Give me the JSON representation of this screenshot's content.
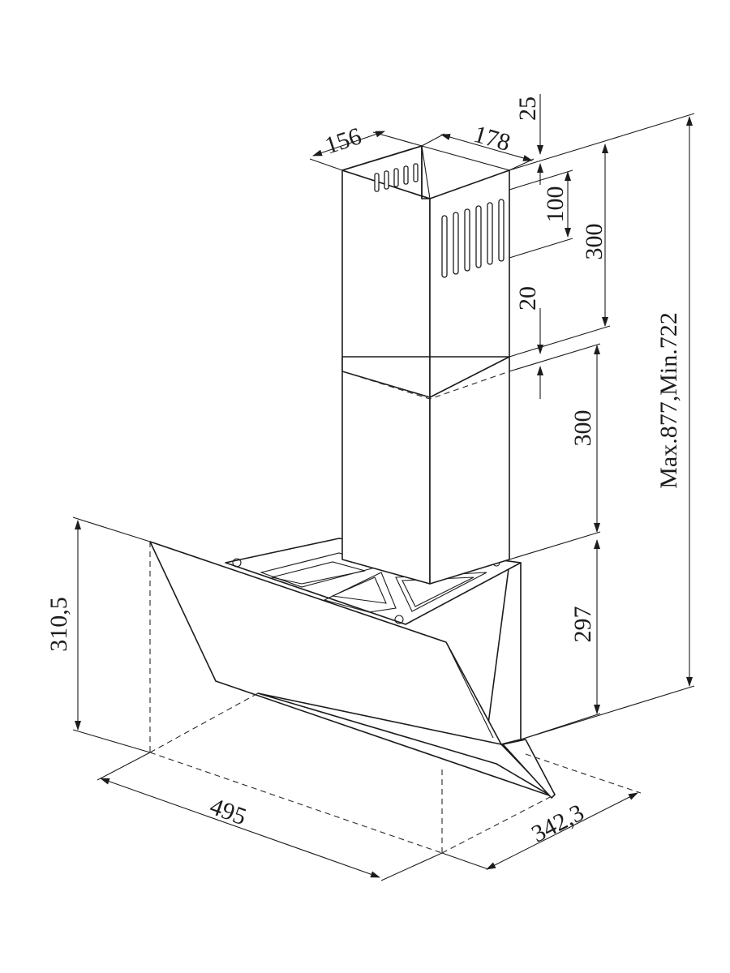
{
  "dimensions": {
    "chimney_width": "156",
    "chimney_depth": "178",
    "top_offset": "25",
    "outlet_height": "100",
    "upper_chimney": "300",
    "overlap": "20",
    "lower_chimney": "300",
    "total_height": "Max.877,Min.722",
    "hood_height": "310,5",
    "hood_body": "297",
    "hood_width": "495",
    "hood_depth": "342,3"
  }
}
